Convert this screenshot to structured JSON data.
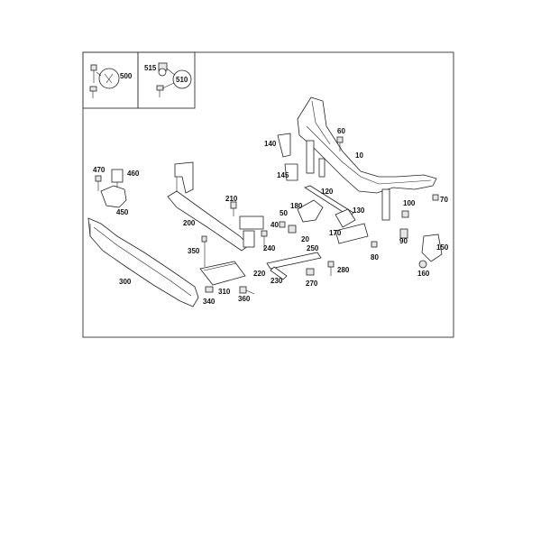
{
  "diagram": {
    "inset_left": {
      "labels": [
        "500"
      ]
    },
    "inset_right": {
      "labels": [
        "515",
        "510"
      ]
    },
    "callouts": {
      "c10": "10",
      "c20": "20",
      "c40": "40",
      "c50": "50",
      "c60": "60",
      "c70": "70",
      "c80": "80",
      "c90": "90",
      "c100": "100",
      "c120": "120",
      "c130": "130",
      "c140": "140",
      "c145": "145",
      "c150": "150",
      "c160": "160",
      "c170": "170",
      "c180": "180",
      "c200": "200",
      "c210": "210",
      "c220": "220",
      "c230": "230",
      "c240": "240",
      "c250": "250",
      "c270": "270",
      "c280": "280",
      "c300": "300",
      "c310": "310",
      "c340": "340",
      "c350": "350",
      "c360": "360",
      "c450": "450",
      "c460": "460",
      "c470": "470"
    }
  }
}
